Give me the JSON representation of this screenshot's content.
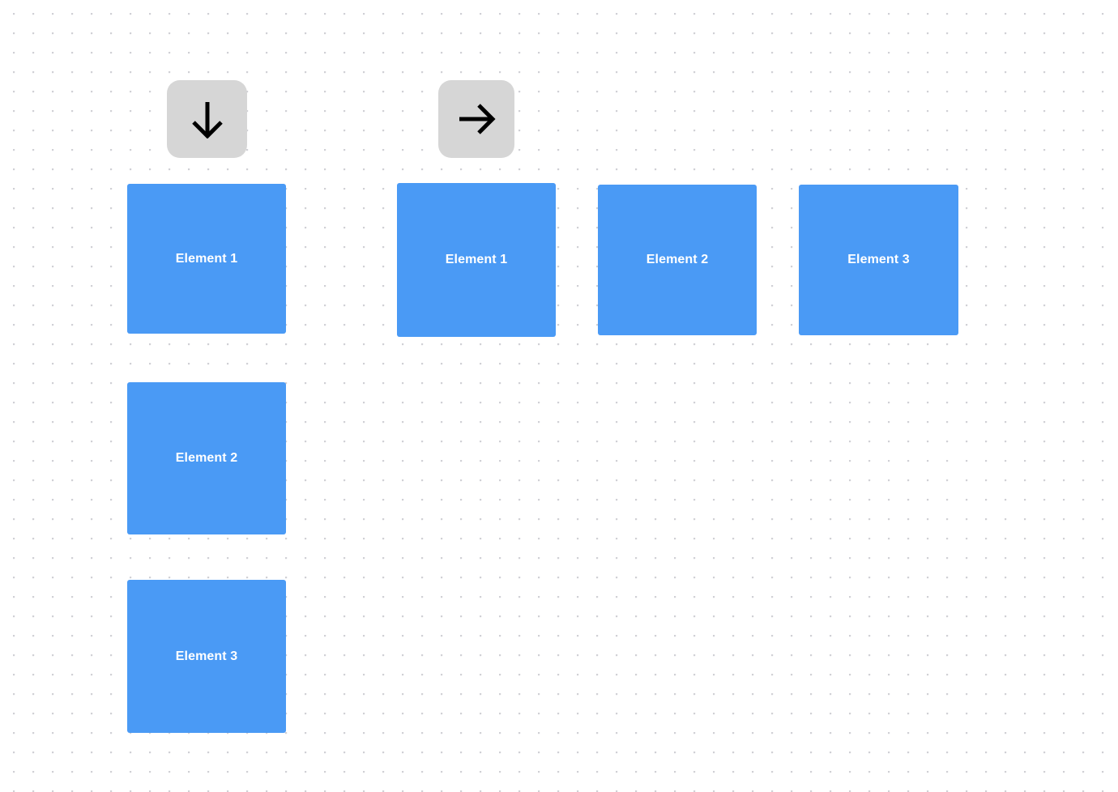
{
  "page": {
    "background_color": "#ffffff",
    "grid_dot_color": "#cfcfd4",
    "accent_color": "#4a9af5",
    "button_color": "#d6d6d6",
    "label_color": "#ffffff"
  },
  "toolbar": {
    "buttons": [
      {
        "id": "stack-vertical",
        "icon": "arrow-down-icon",
        "label": "",
        "aria_label": "Arrange elements vertically"
      },
      {
        "id": "stack-horizontal",
        "icon": "arrow-right-icon",
        "label": "",
        "aria_label": "Arrange elements horizontally"
      }
    ]
  },
  "column_stack": {
    "items": [
      {
        "label": "Element 1"
      },
      {
        "label": "Element 2"
      },
      {
        "label": "Element 3"
      }
    ]
  },
  "row_stack": {
    "items": [
      {
        "label": "Element 1"
      },
      {
        "label": "Element 2"
      },
      {
        "label": "Element 3"
      }
    ]
  }
}
